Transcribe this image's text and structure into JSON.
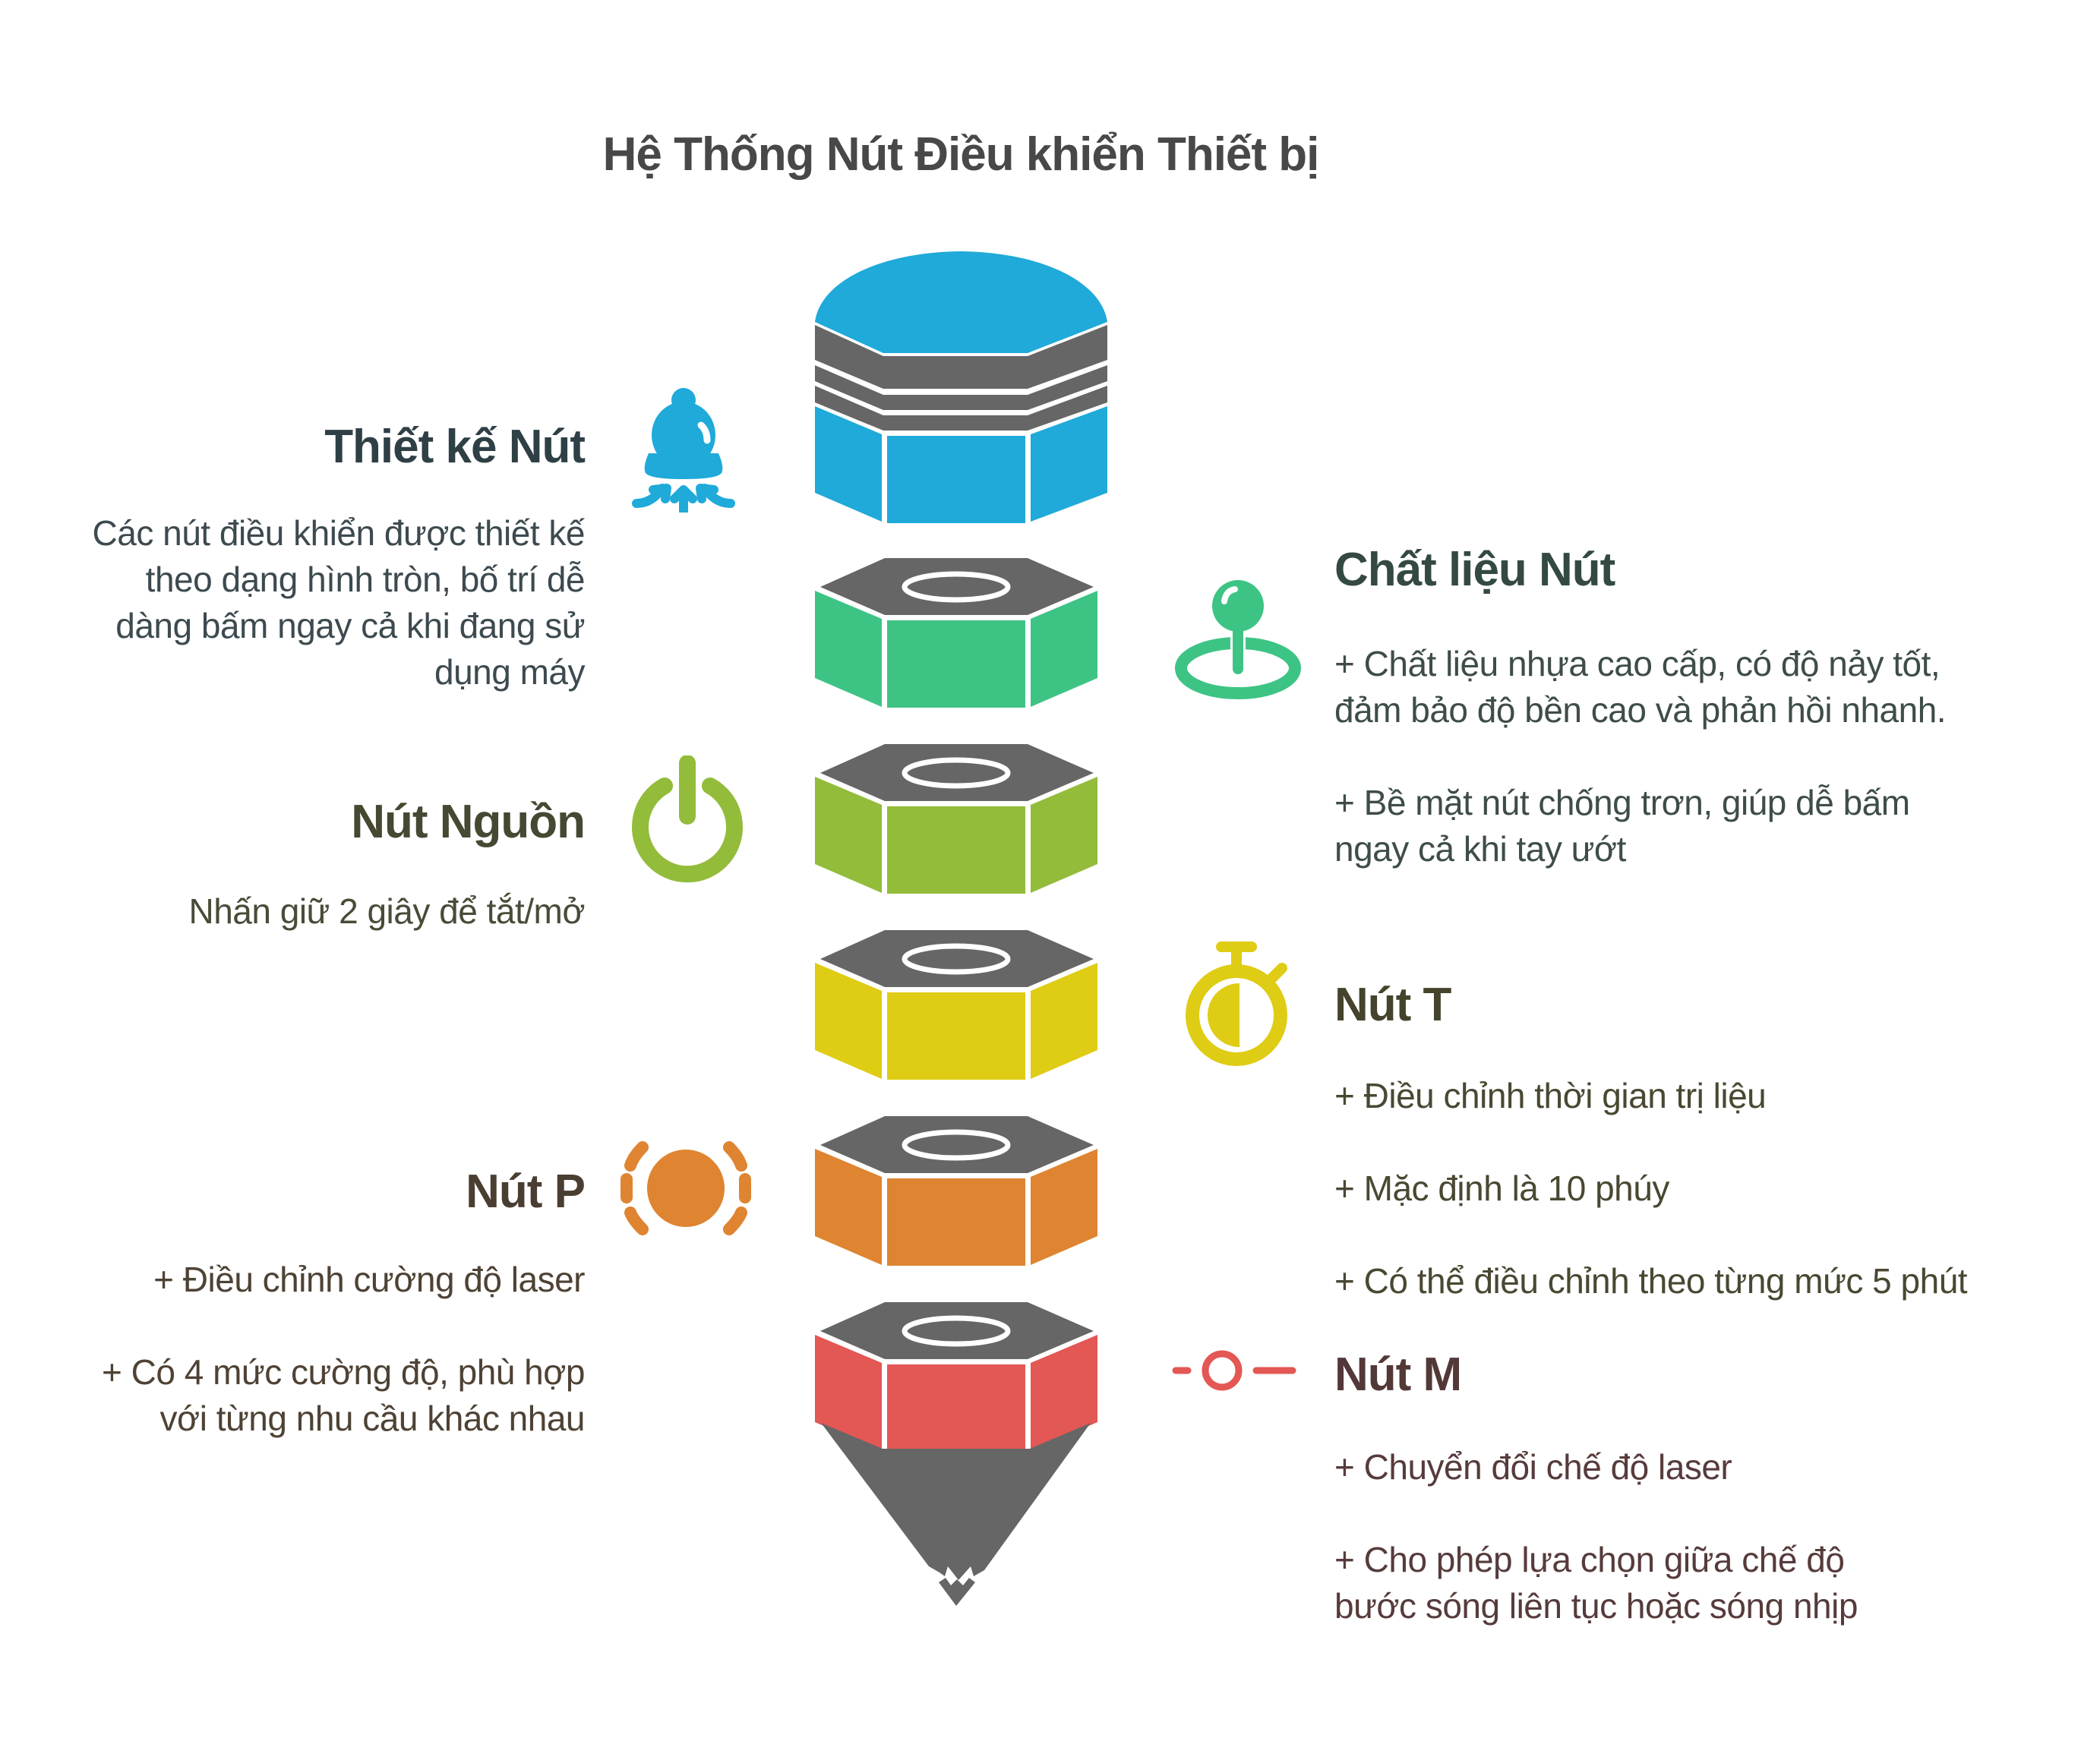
{
  "title": "Hệ Thống Nút Điều khiển Thiết bị",
  "palette": {
    "blue": "#1FAAD9",
    "teal_green": "#3DC485",
    "lime": "#92BC3A",
    "yellow": "#DFCC14",
    "orange": "#DF8430",
    "red": "#E35754",
    "gray": "#666666"
  },
  "stack": {
    "layers": [
      {
        "name": "cap",
        "color": "#1FAAD9"
      },
      {
        "name": "nut-1",
        "color": "#3DC485"
      },
      {
        "name": "nut-2",
        "color": "#92BC3A"
      },
      {
        "name": "nut-3",
        "color": "#DFCC14"
      },
      {
        "name": "nut-4",
        "color": "#DF8430"
      },
      {
        "name": "nut-5",
        "color": "#E35754"
      }
    ],
    "tip": {
      "color": "#666666"
    }
  },
  "sections": {
    "design": {
      "icon": "bell-press-icon",
      "title": "Thiết kế Nút",
      "title_color": "#2F3F46",
      "text_color": "#3D4A50",
      "paragraphs": [
        "Các nút điều khiển được thiết kế theo dạng hình tròn, bố trí dễ dàng bấm ngay cả khi đang sử dụng máy"
      ]
    },
    "material": {
      "icon": "joystick-icon",
      "title": "Chất liệu Nút",
      "title_color": "#344A41",
      "text_color": "#3E4D47",
      "paragraphs": [
        "+ Chất liệu nhựa cao cấp, có độ nảy tốt, đảm bảo độ bền cao và phản hồi nhanh.",
        "+ Bề mặt nút chống trơn, giúp dễ bấm ngay cả khi tay ướt"
      ]
    },
    "power": {
      "icon": "power-icon",
      "title": "Nút Nguồn",
      "title_color": "#464832",
      "text_color": "#4A4B38",
      "paragraphs": [
        "Nhấn giữ  2 giây để tắt/mở"
      ]
    },
    "timer": {
      "icon": "stopwatch-icon",
      "title": "Nút T",
      "title_color": "#45432B",
      "text_color": "#4A4832",
      "paragraphs": [
        "+ Điều chỉnh thời gian trị liệu",
        "+ Mặc định là 10 phúy",
        "+ Có thể điều chỉnh theo từng mức 5 phút"
      ]
    },
    "intensity": {
      "icon": "intensity-dot-icon",
      "title": "Nút P",
      "title_color": "#4A3E32",
      "text_color": "#4E4235",
      "paragraphs": [
        "+ Điều chỉnh cường độ laser",
        "+ Có 4 mức cường độ, phù hợp với từng nhu cầu khác nhau"
      ]
    },
    "mode": {
      "icon": "mode-switch-icon",
      "title": "Nút M",
      "title_color": "#533838",
      "text_color": "#573B3B",
      "paragraphs": [
        "+ Chuyển đổi chế độ laser",
        "+ Cho phép lựa chọn giữa chế độ bước sóng liên tục hoặc sóng nhịp"
      ]
    }
  }
}
